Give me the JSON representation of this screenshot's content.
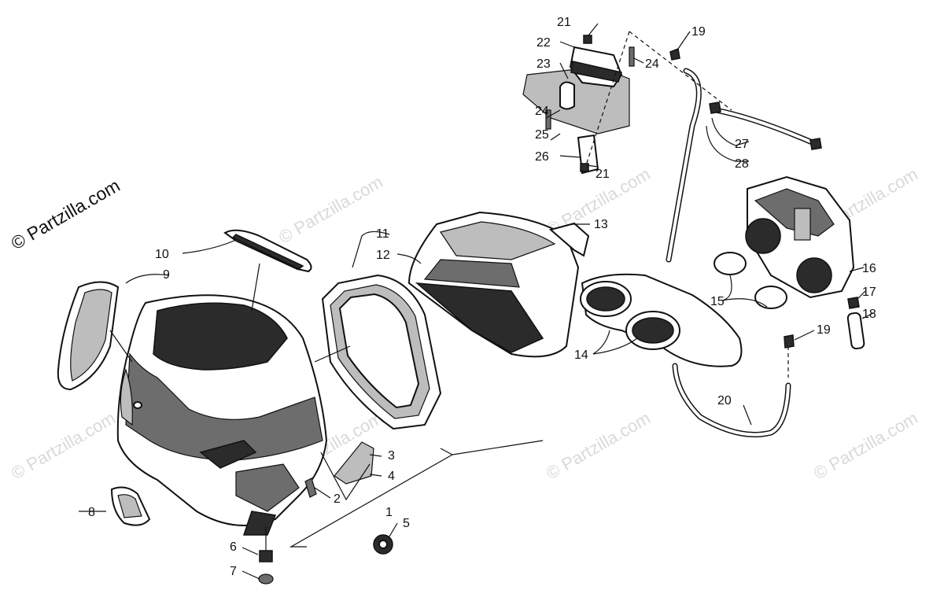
{
  "watermark": {
    "main": "© Partzilla.com",
    "faint": "© Partzilla.com"
  },
  "callouts": {
    "c1": "1",
    "c2": "2",
    "c3": "3",
    "c4": "4",
    "c5": "5",
    "c6": "6",
    "c7": "7",
    "c8": "8",
    "c9": "9",
    "c10": "10",
    "c11": "11",
    "c12": "12",
    "c13": "13",
    "c14": "14",
    "c15": "15",
    "c16": "16",
    "c17": "17",
    "c18": "18",
    "c19a": "19",
    "c19b": "19",
    "c20": "20",
    "c21a": "21",
    "c21b": "21",
    "c22": "22",
    "c23": "23",
    "c24a": "24",
    "c24b": "24",
    "c25": "25",
    "c26": "26",
    "c27": "27",
    "c28": "28"
  }
}
